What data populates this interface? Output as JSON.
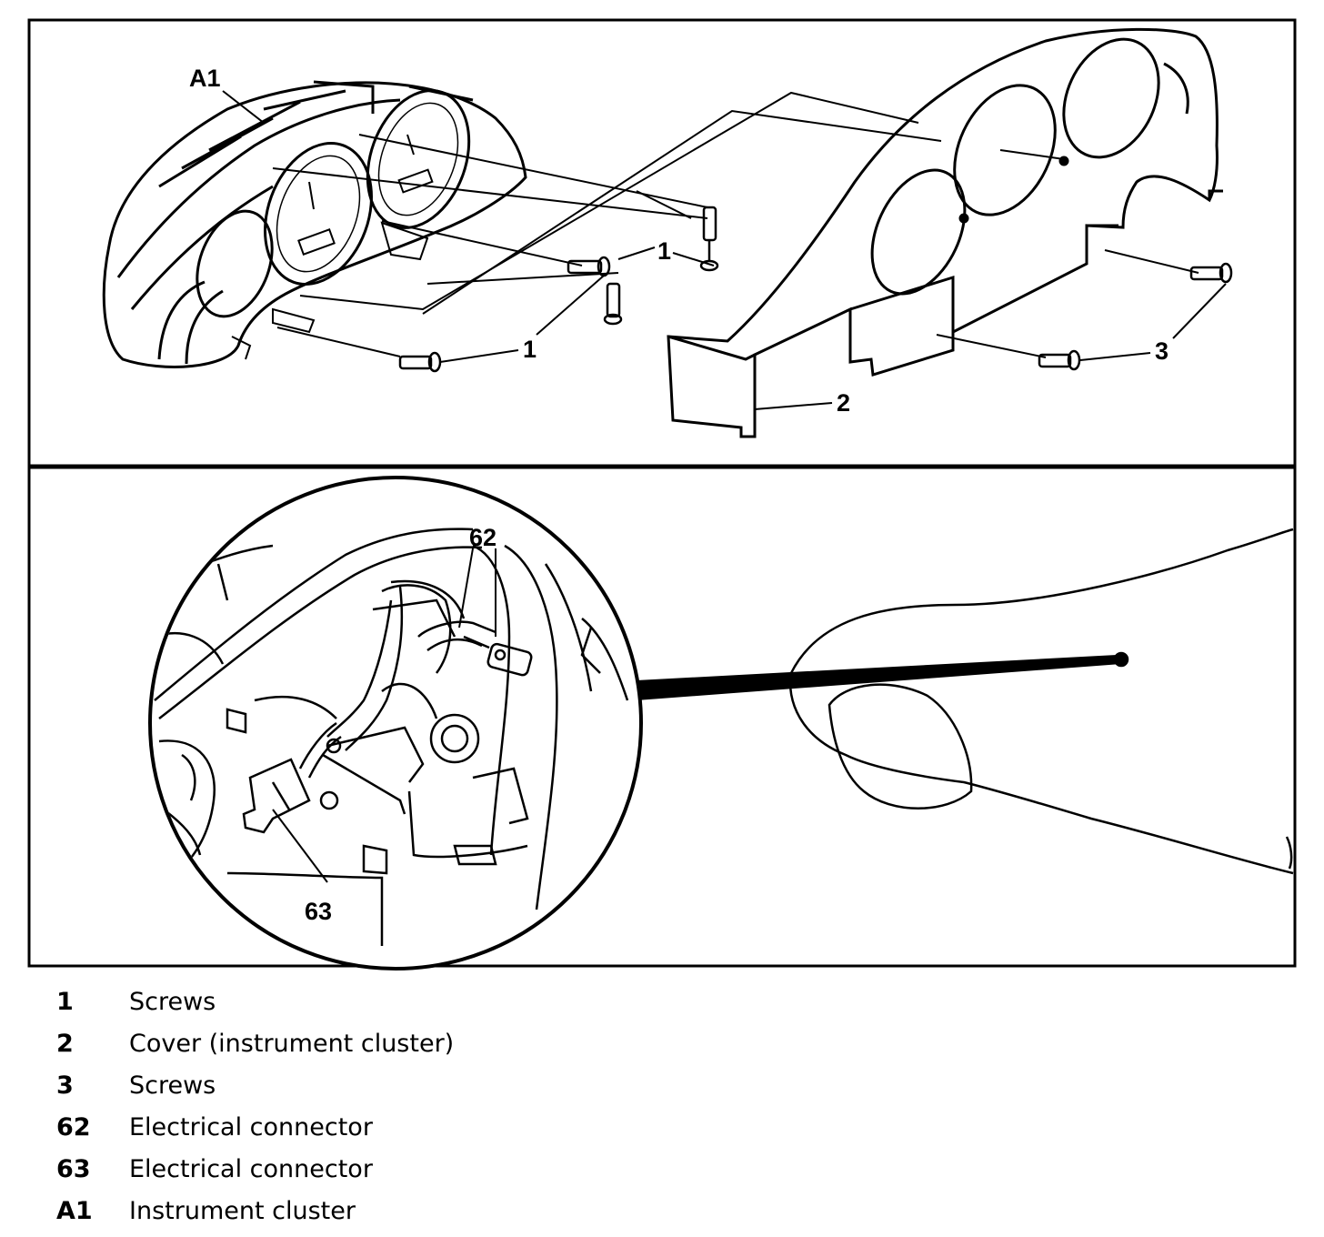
{
  "callouts": {
    "a1": "A1",
    "screw_1": "1",
    "cover_2": "2",
    "screw_3": "3",
    "connector_62": "62",
    "connector_63": "63"
  },
  "legend": [
    {
      "key": "1",
      "text": "Screws"
    },
    {
      "key": "2",
      "text": "Cover (instrument cluster)"
    },
    {
      "key": "3",
      "text": "Screws"
    },
    {
      "key": "62",
      "text": "Electrical connector"
    },
    {
      "key": "63",
      "text": "Electrical connector"
    },
    {
      "key": "A1",
      "text": "Instrument cluster"
    }
  ]
}
